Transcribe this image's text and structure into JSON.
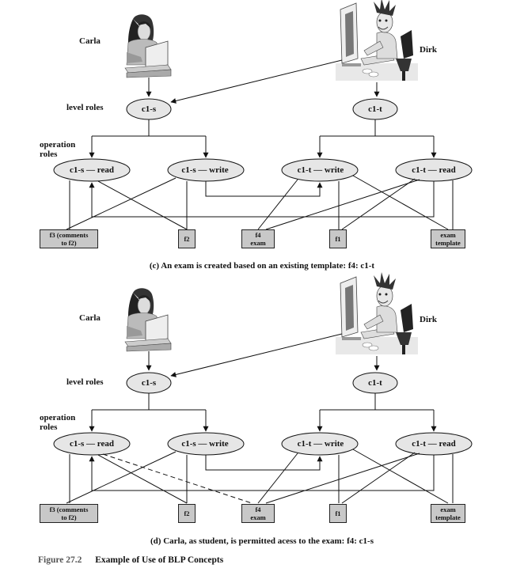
{
  "panels": [
    {
      "carla": "Carla",
      "dirk": "Dirk",
      "level_roles": "level roles",
      "operation_roles": "operation\nroles",
      "c1s": "c1-s",
      "c1t": "c1-t",
      "c1s_read": "c1-s — read",
      "c1s_write": "c1-s — write",
      "c1t_write": "c1-t — write",
      "c1t_read": "c1-t — read",
      "f3": "f3 (comments\nto f2)",
      "f2": "f2",
      "f4": "f4\nexam",
      "f1": "f1",
      "exam_template": "exam\ntemplate",
      "caption": "(c) An exam is created based on an existing template: f4: c1-t"
    },
    {
      "carla": "Carla",
      "dirk": "Dirk",
      "level_roles": "level roles",
      "operation_roles": "operation\nroles",
      "c1s": "c1-s",
      "c1t": "c1-t",
      "c1s_read": "c1-s — read",
      "c1s_write": "c1-s — write",
      "c1t_write": "c1-t — write",
      "c1t_read": "c1-t — read",
      "f3": "f3 (comments\nto f2)",
      "f2": "f2",
      "f4": "f4\nexam",
      "f1": "f1",
      "exam_template": "exam\ntemplate",
      "caption": "(d) Carla, as student, is permitted acess to the exam: f4: c1-s"
    }
  ],
  "figure": {
    "number": "Figure 27.2",
    "title": "Example of Use of BLP Concepts"
  },
  "colors": {
    "ellipse_fill": "#e6e6e6",
    "box_fill": "#c8c8c8",
    "line": "#111111"
  },
  "icons": [
    "carla-at-laptop",
    "dirk-at-computer"
  ]
}
